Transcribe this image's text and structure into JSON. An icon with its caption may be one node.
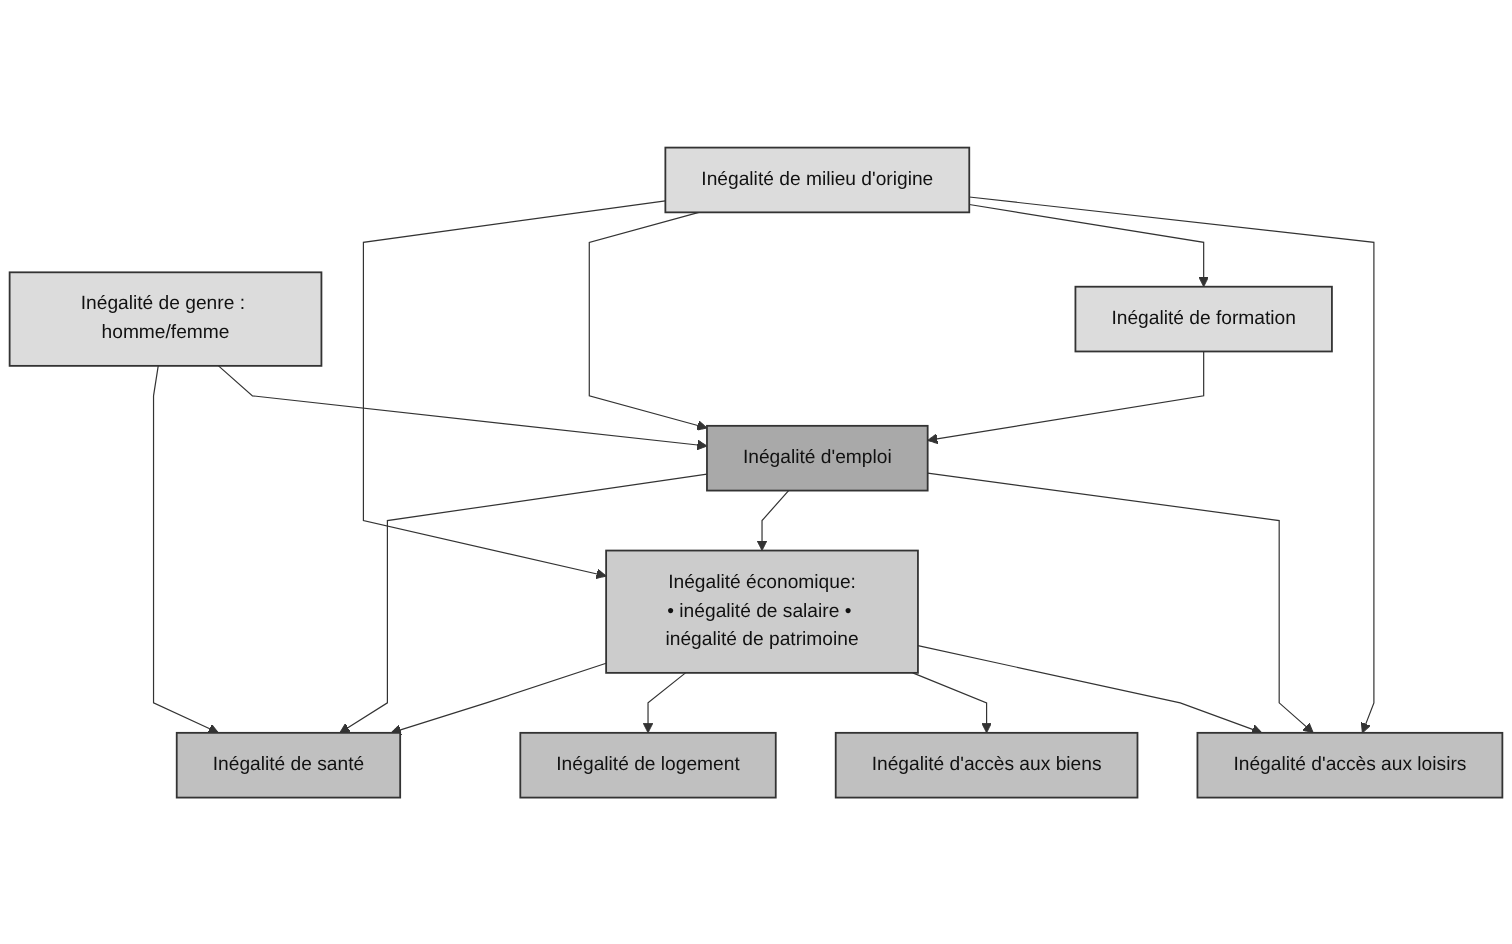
{
  "diagram": {
    "nodes": [
      {
        "text": [
          "Inégalité de milieu d'origine"
        ]
      },
      {
        "text": [
          "Inégalité de genre : homme/femme"
        ]
      },
      {
        "text": [
          "Inégalité de formation"
        ]
      },
      {
        "text": [
          "Inégalité d'emploi"
        ]
      },
      {
        "text": [
          "Inégalité économique:",
          "• inégalité de salaire • inégalité de patrimoine"
        ]
      },
      {
        "text": [
          "Inégalité d'accès aux loisirs"
        ]
      },
      {
        "text": [
          "Inégalité d'accès aux biens"
        ]
      },
      {
        "text": [
          "Inégalité de logement"
        ]
      },
      {
        "text": [
          "Inégalité de santé"
        ]
      }
    ],
    "edges": [
      {
        "from": 0,
        "to": 5,
        "arrow": "to"
      },
      {
        "from": 0,
        "to": 2,
        "arrow": "to"
      },
      {
        "from": 0,
        "to": 3,
        "arrow": "to"
      },
      {
        "from": 0,
        "to": 4,
        "arrow": "to"
      },
      {
        "from": 1,
        "to": 3,
        "arrow": "to"
      },
      {
        "from": 1,
        "to": 8,
        "arrow": "to"
      },
      {
        "from": 2,
        "to": 3,
        "arrow": "to"
      },
      {
        "from": 3,
        "to": 5,
        "arrow": "to"
      },
      {
        "from": 3,
        "to": 4,
        "arrow": "to"
      },
      {
        "from": 3,
        "to": 8,
        "arrow": "to"
      },
      {
        "from": 4,
        "to": 5,
        "arrow": "to"
      },
      {
        "from": 4,
        "to": 6,
        "arrow": "to"
      },
      {
        "from": 4,
        "to": 7,
        "arrow": "to"
      },
      {
        "from": 4,
        "to": 8,
        "arrow": "to"
      }
    ]
  }
}
